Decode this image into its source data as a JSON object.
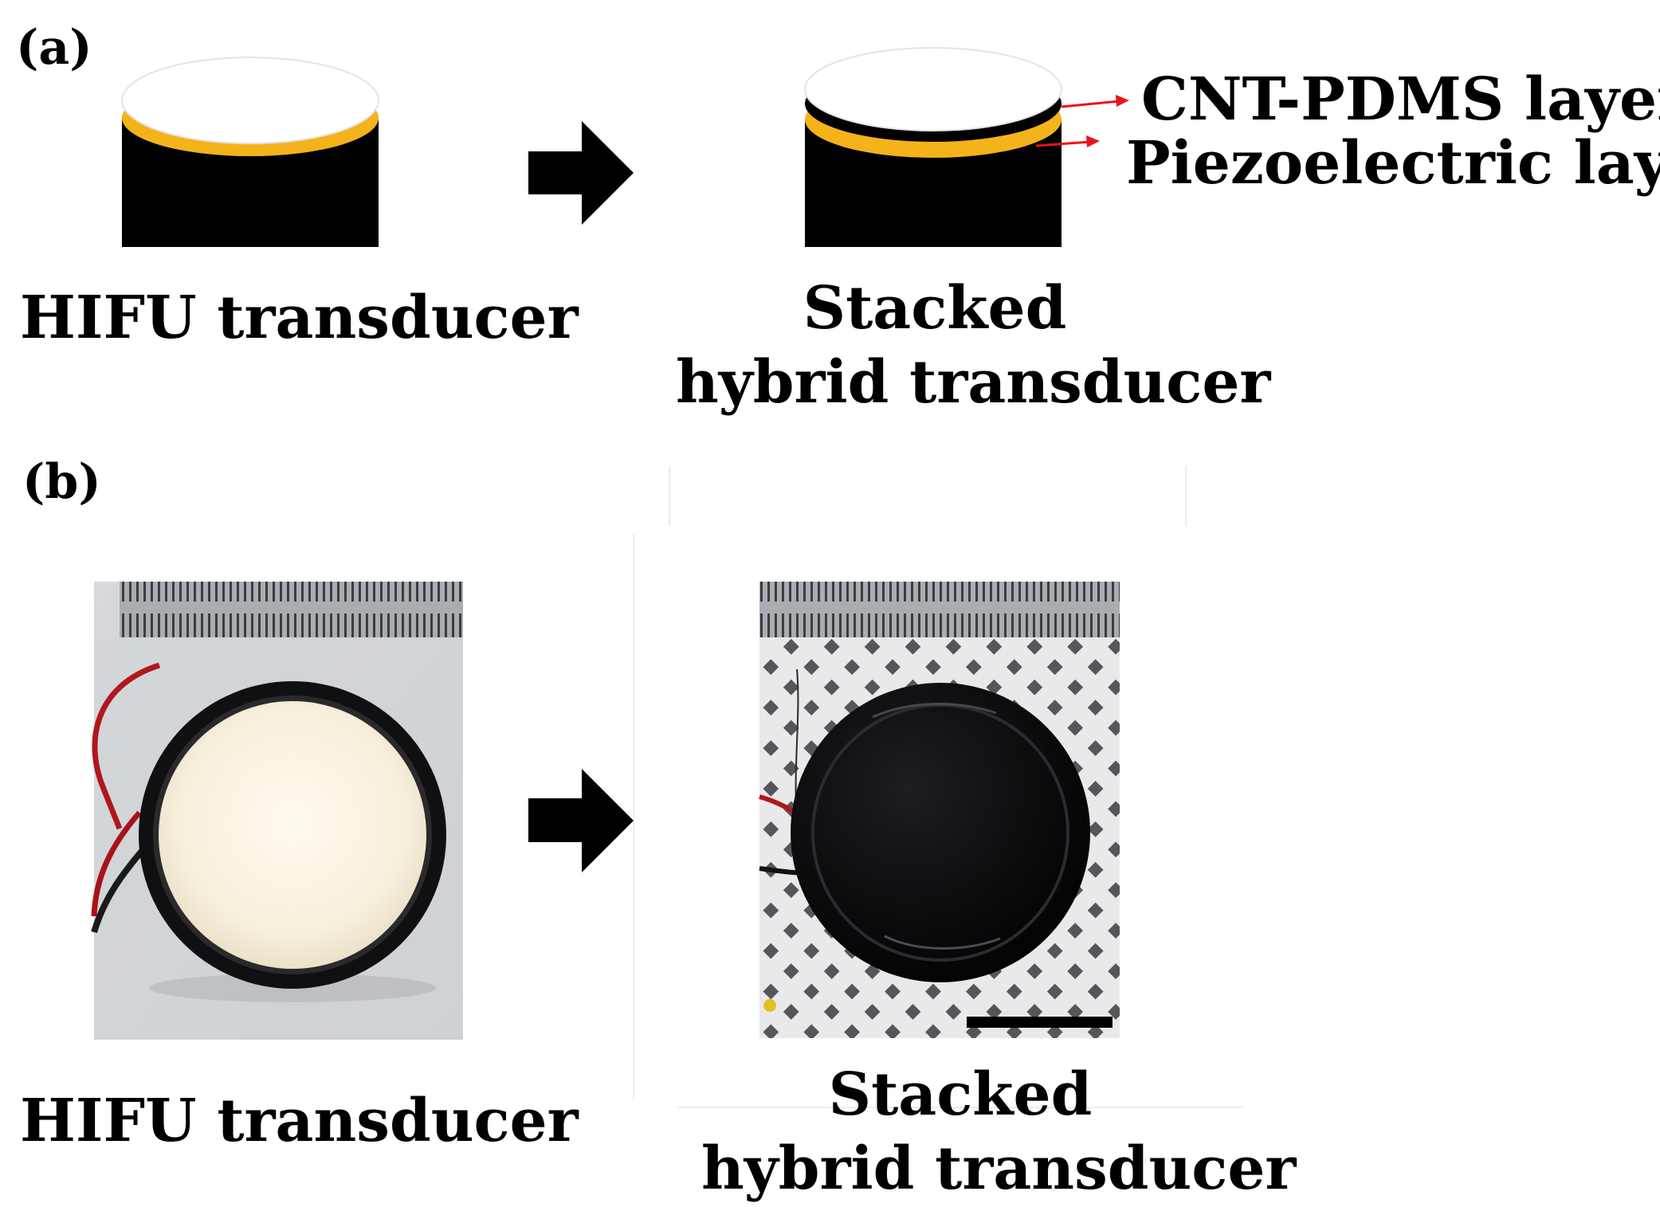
{
  "panel_a": {
    "label": "(a)",
    "left_caption": "HIFU transducer",
    "right_caption_line1": "Stacked",
    "right_caption_line2": "hybrid transducer",
    "callouts": [
      {
        "text": "CNT-PDMS layer",
        "color": "#e8141b"
      },
      {
        "text": "Piezoelectric layer",
        "color": "#e8141b"
      }
    ]
  },
  "panel_b": {
    "label": "(b)",
    "left_caption": "HIFU transducer",
    "right_caption_line1": "Stacked",
    "right_caption_line2": "hybrid transducer"
  },
  "colors": {
    "transducer_body": "#000000",
    "piezo_layer": "#f4b31a",
    "cnt_layer": "#000000",
    "arrow": "#000000",
    "callout_line": "#e8141b"
  },
  "icons": {
    "process_arrow": "right-block-arrow",
    "scale_bar": "scale-bar"
  }
}
